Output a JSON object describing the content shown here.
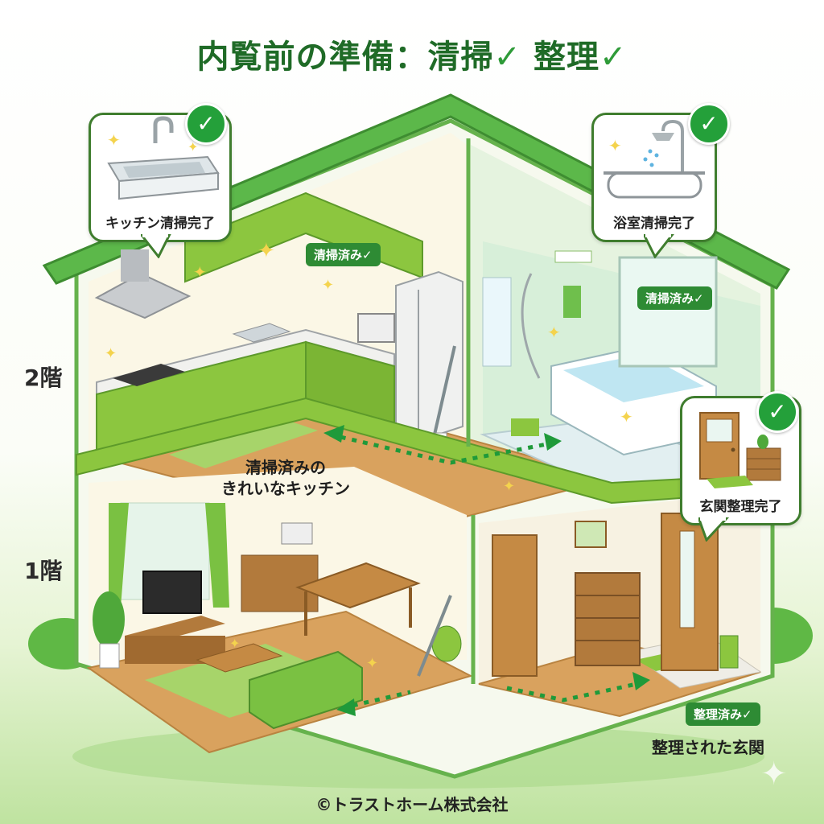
{
  "title": {
    "text": "内覧前の準備：清掃",
    "check1": "✓",
    "middle": " 整理",
    "check2": "✓"
  },
  "floors": {
    "upper": "2階",
    "lower": "1階"
  },
  "callouts": {
    "kitchen": {
      "label": "キッチン清掃完了",
      "check": "✓"
    },
    "bath": {
      "label": "浴室清掃完了",
      "check": "✓"
    },
    "entrance": {
      "label": "玄関整理完了",
      "check": "✓"
    }
  },
  "badges": {
    "kitchen": "清掃済み✓",
    "bath": "清掃済み✓",
    "entrance": "整理済み✓"
  },
  "captions": {
    "kitchen_line1": "清掃済みの",
    "kitchen_line2": "きれいなキッチン",
    "entrance": "整理された玄関"
  },
  "footer": "©トラストホーム株式会社",
  "colors": {
    "roof": "#5cb84a",
    "cabinet": "#8cc63f",
    "floor": "#d9a25e",
    "accent": "#2e8b34"
  }
}
